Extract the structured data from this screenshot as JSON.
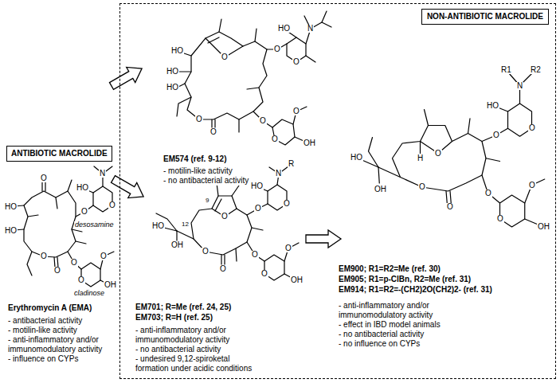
{
  "diagram": {
    "nodes": [
      {
        "text": [
          "ANTIBIOTIC MACROLIDE"
        ]
      },
      {
        "text": [
          "NON-ANTIBIOTIC MACROLIDE"
        ]
      }
    ],
    "labels": [
      "O",
      "N",
      "HO",
      "O",
      "O",
      "HO",
      "HO",
      "O",
      "O",
      "O",
      "O",
      "O",
      "OH",
      "desosamine",
      "cladinose",
      "Erythromycin A (EMA)",
      "- antibacterial activity",
      "- motilin-like activity",
      "- anti-inflammatory and/or immunomodulatory activity",
      "- influence on CYPs",
      "HO",
      "HO",
      "HO",
      "O",
      "O",
      "O",
      "O",
      "HO",
      "N",
      "O",
      "O",
      "O",
      "O",
      "OH",
      "EM574 (ref. 9-12)",
      "- motilin-like activity",
      "- no antibacterial activity",
      "HO",
      "OH",
      "12",
      "9",
      "O",
      "O",
      "HO",
      "N",
      "R",
      "O",
      "O",
      "O",
      "O",
      "OH",
      "O",
      "O",
      "EM701; R=Me (ref. 24, 25)",
      "EM703; R=H (ref. 25)",
      "- anti-inflammatory and/or immunomodulatory activity",
      "- no antibacterial activity",
      "- undesired 9,12-spiroketal formation under acidic conditions",
      "R1",
      "R2",
      "N",
      "HO",
      "O",
      "O",
      "HO",
      "OH",
      "H",
      "O",
      "O",
      "O",
      "O",
      "O",
      "O",
      "OH",
      "EM900; R1=R2=Me (ref. 30)",
      "EM905; R1=p-ClBn, R2=Me (ref. 31)",
      "EM914; R1=R2=-(CH2)2O(CH2)2- (ref. 31)",
      "- anti-inflammatory and/or immunomodulatory activity",
      "- effect in IBD model animals",
      "- no antibacterial activity",
      "- no influence on CYPs"
    ]
  }
}
